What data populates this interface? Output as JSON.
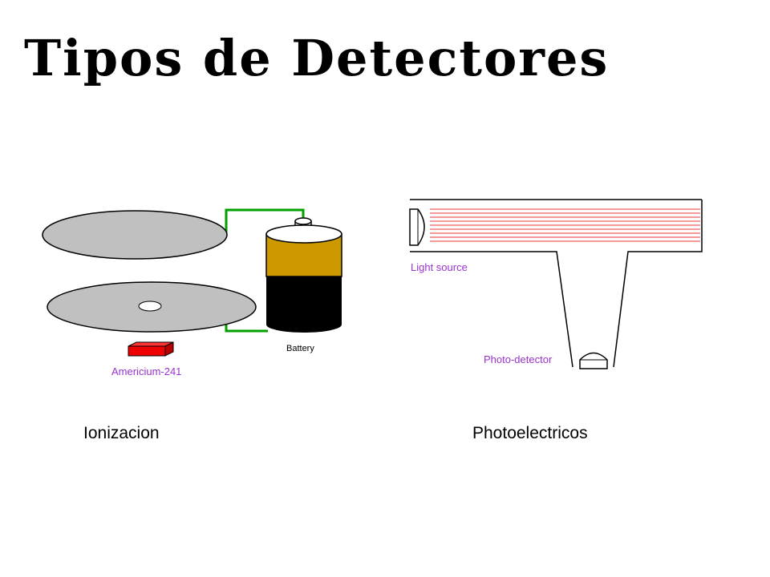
{
  "slide": {
    "title": "Tipos de Detectores"
  },
  "ionization_diagram": {
    "battery_label": "Battery",
    "source_label": "Americium-241",
    "caption": "Ionizacion"
  },
  "photoelectric_diagram": {
    "light_source_label": "Light source",
    "detector_label": "Photo-detector",
    "caption": "Photoelectricos"
  },
  "colors": {
    "plate": "#c0c0c0",
    "wire": "#00a000",
    "battery_top": "#cc9900",
    "battery_bottom": "#000000",
    "americium": "#ee0000",
    "label_purple": "#9933cc",
    "beam": "#ee3333"
  }
}
